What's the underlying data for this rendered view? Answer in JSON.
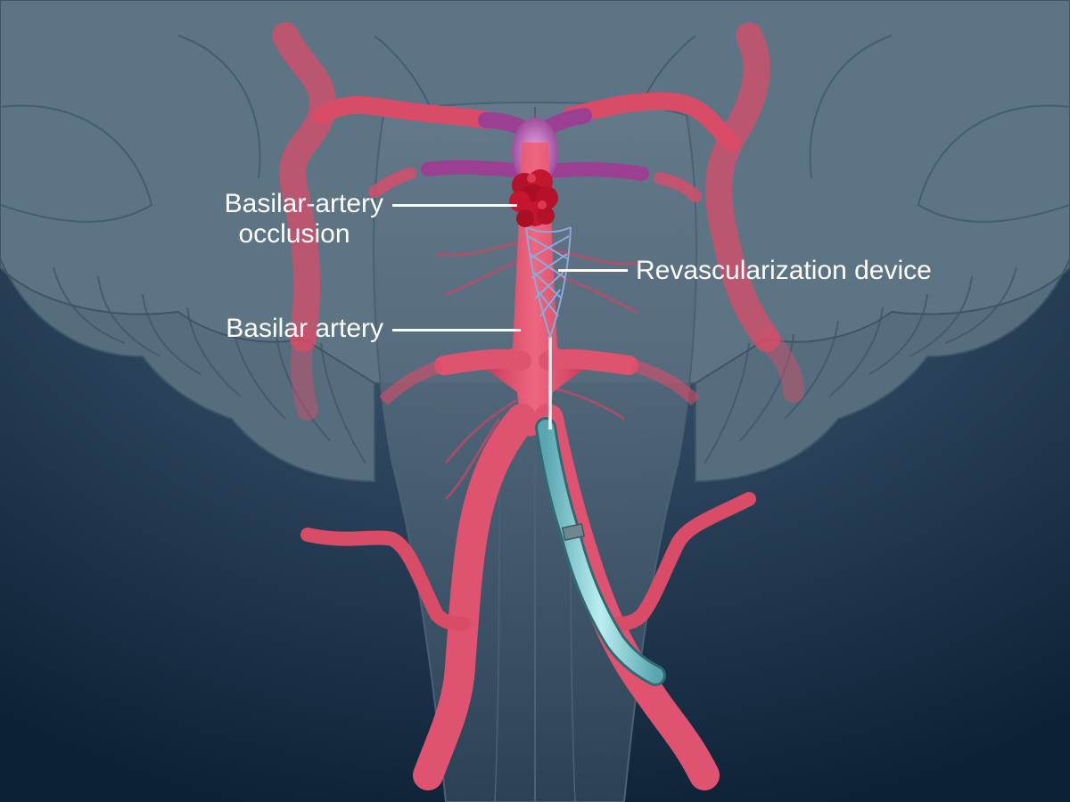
{
  "labels": {
    "occlusion_line1": "Basilar-artery",
    "occlusion_line2": "occlusion",
    "device": "Revascularization device",
    "basilar": "Basilar artery"
  },
  "colors": {
    "background_top": "#4a6072",
    "background_bottom": "#0c2135",
    "brain": "#5b7282",
    "brain_edge": "#3e5566",
    "artery": "#e0506a",
    "artery_dark": "#b83350",
    "vein_purple": "#9b3f92",
    "clot": "#c4162e",
    "catheter": "#8fd0d6",
    "stent": "#8ea9d8",
    "label": "#ffffff"
  }
}
